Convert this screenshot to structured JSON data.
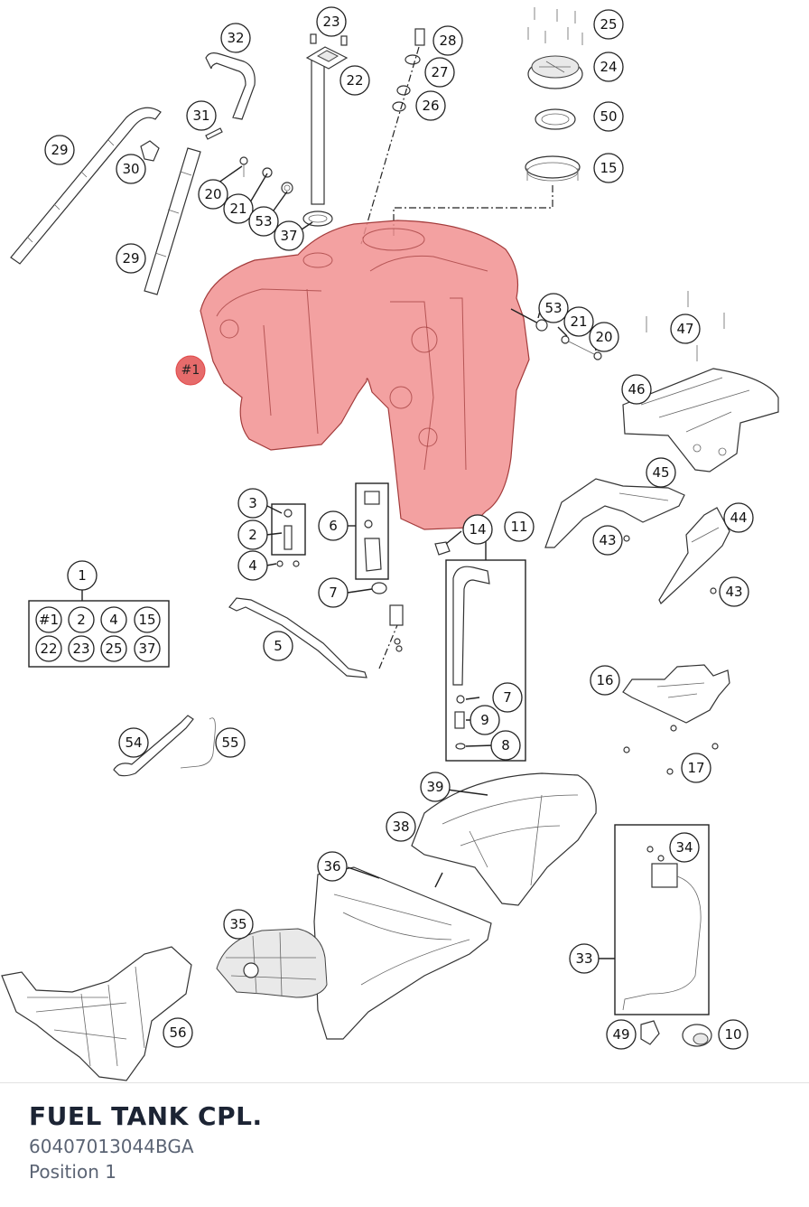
{
  "title": "FUEL TANK CPL.",
  "part_number": "60407013044BGA",
  "position_label": "Position 1",
  "highlight_color": "#e04646",
  "callouts": {
    "c23": "23",
    "c32": "32",
    "c22": "22",
    "c28": "28",
    "c27": "27",
    "c26": "26",
    "c25": "25",
    "c24": "24",
    "c50": "50",
    "c15": "15",
    "c29a": "29",
    "c29b": "29",
    "c31": "31",
    "c30": "30",
    "c20a": "20",
    "c21a": "21",
    "c53a": "53",
    "c37": "37",
    "c53b": "53",
    "c21b": "21",
    "c20b": "20",
    "c47": "47",
    "c46": "46",
    "c45": "45",
    "c44": "44",
    "c43a": "43",
    "c43b": "43",
    "c3": "3",
    "c2": "2",
    "c4": "4",
    "c6": "6",
    "c14": "14",
    "c11": "11",
    "c7a": "7",
    "c7b": "7",
    "c9": "9",
    "c8": "8",
    "c5": "5",
    "c1": "1",
    "c16": "16",
    "c17": "17",
    "c54": "54",
    "c55": "55",
    "c39": "39",
    "c38": "38",
    "c34": "34",
    "c36": "36",
    "c35": "35",
    "c33": "33",
    "c56": "56",
    "c49": "49",
    "c10": "10"
  },
  "highlighted_callout": "#1",
  "kit_table": {
    "header": "1",
    "row1": [
      "#1",
      "2",
      "4",
      "15"
    ],
    "row2": [
      "22",
      "23",
      "25",
      "37"
    ]
  }
}
